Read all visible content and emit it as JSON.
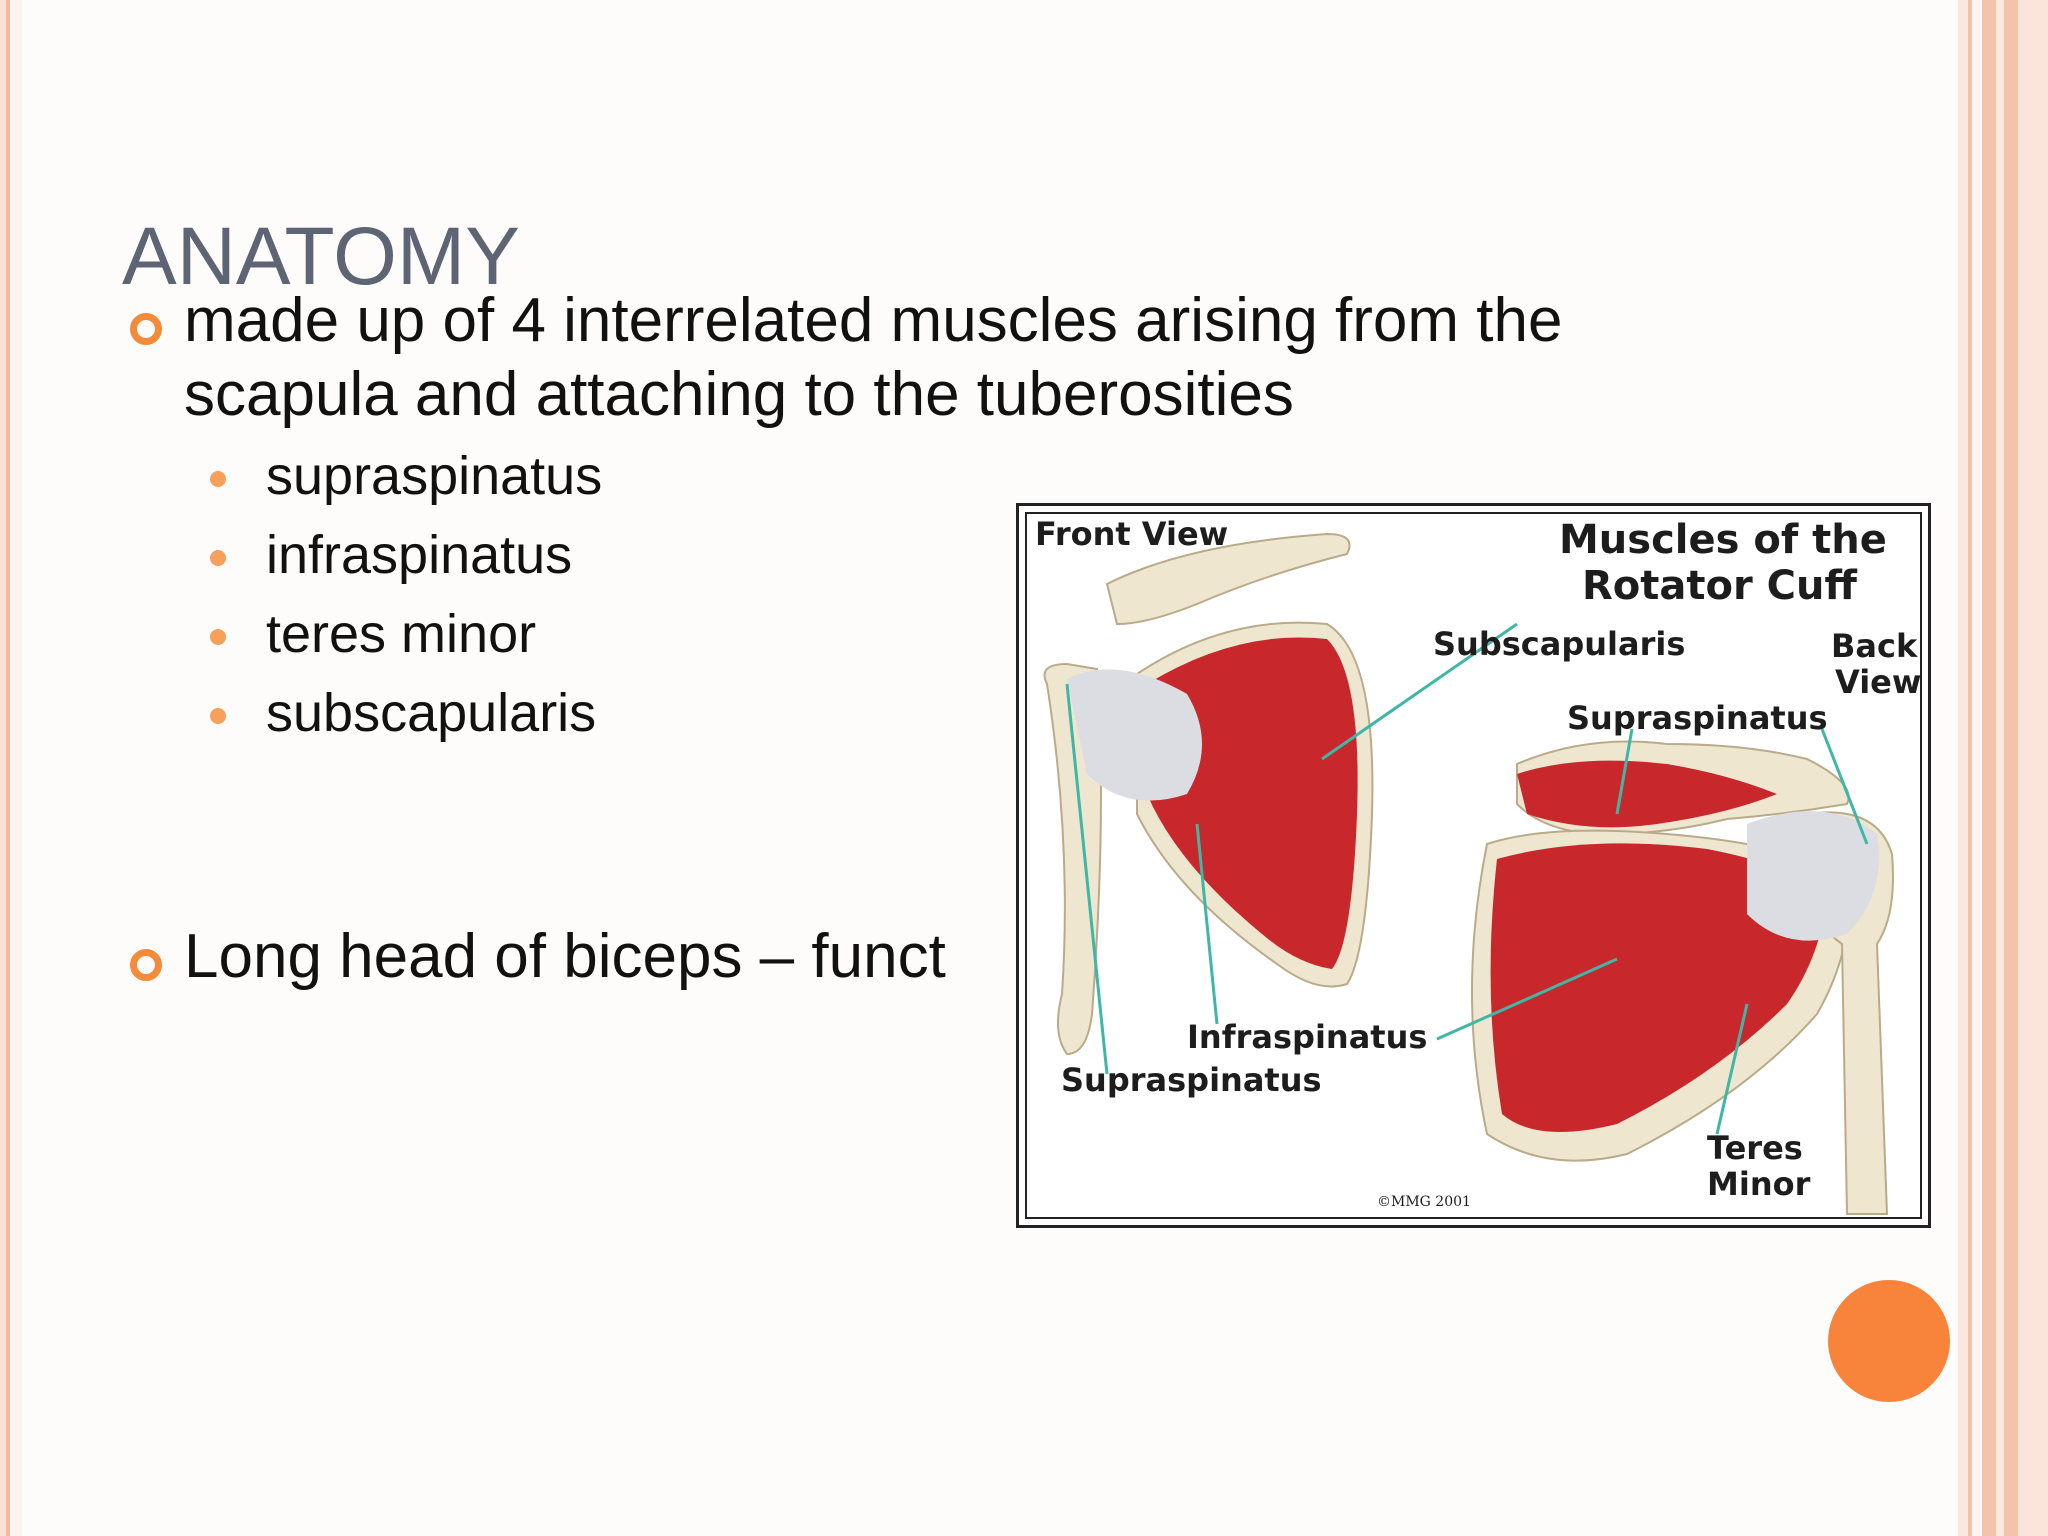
{
  "slide": {
    "title": "ANATOMY",
    "bullets": [
      {
        "text": "made up of 4 interrelated muscles arising from the scapula and attaching to the tuberosities",
        "sub_items": [
          "supraspinatus",
          "infraspinatus",
          "teres minor",
          "subscapularis"
        ]
      },
      {
        "text": "Long head of biceps – funct"
      }
    ]
  },
  "figure": {
    "front_view": "Front View",
    "title_line1": "Muscles of the",
    "title_line2": "Rotator Cuff",
    "back_view_line1": "Back",
    "back_view_line2": "View",
    "label_subscapularis": "Subscapularis",
    "label_supraspinatus_back": "Supraspinatus",
    "label_infraspinatus": "Infraspinatus",
    "label_supraspinatus_front": "Supraspinatus",
    "label_teres_line1": "Teres",
    "label_teres_line2": "Minor",
    "copyright": "©MMG 2001"
  },
  "colors": {
    "title": "#5d6474",
    "bullet_accent": "#f38b3a",
    "muscle_red": "#c8282c",
    "bone": "#efe6cf",
    "tendon": "#dcdde3",
    "pointer_line": "#3fb7a6"
  }
}
